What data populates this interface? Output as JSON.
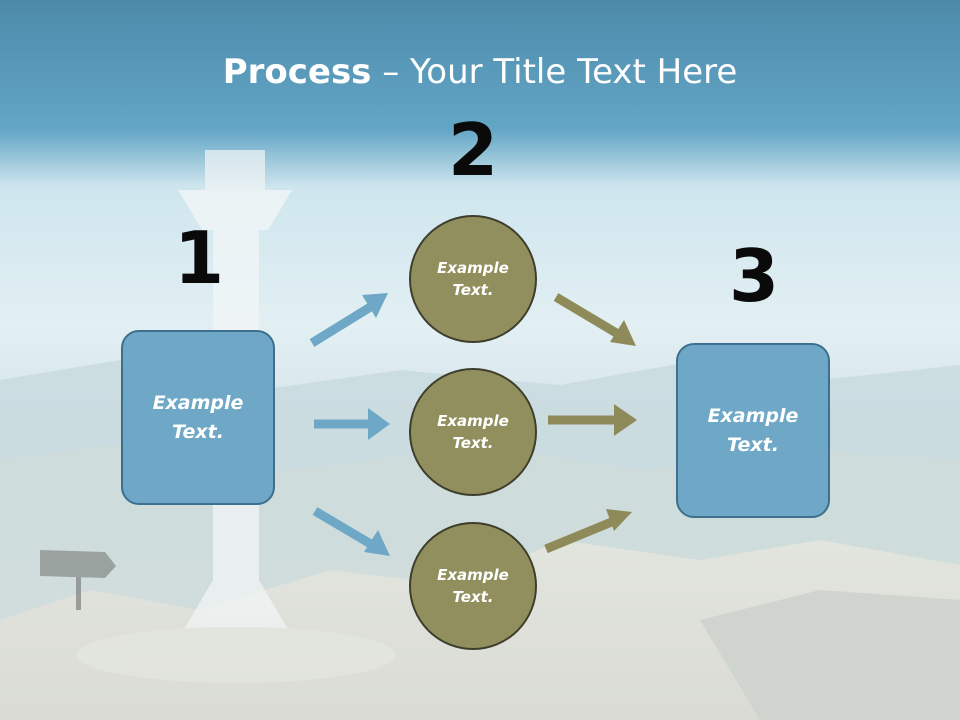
{
  "slide": {
    "title_bold": "Process",
    "title_rest": " – Your Title Text Here",
    "steps": [
      {
        "number": "1",
        "text": "Example Text."
      },
      {
        "number": "2",
        "texts": [
          "Example Text.",
          "Example Text.",
          "Example Text."
        ]
      },
      {
        "number": "3",
        "text": "Example Text."
      }
    ]
  },
  "colors": {
    "header_band": "#4f90b0",
    "box_fill": "#6ea8c6",
    "circle_fill": "#928f5f",
    "arrow_left": "#6ea8c6",
    "arrow_right": "#8e8a5a"
  }
}
